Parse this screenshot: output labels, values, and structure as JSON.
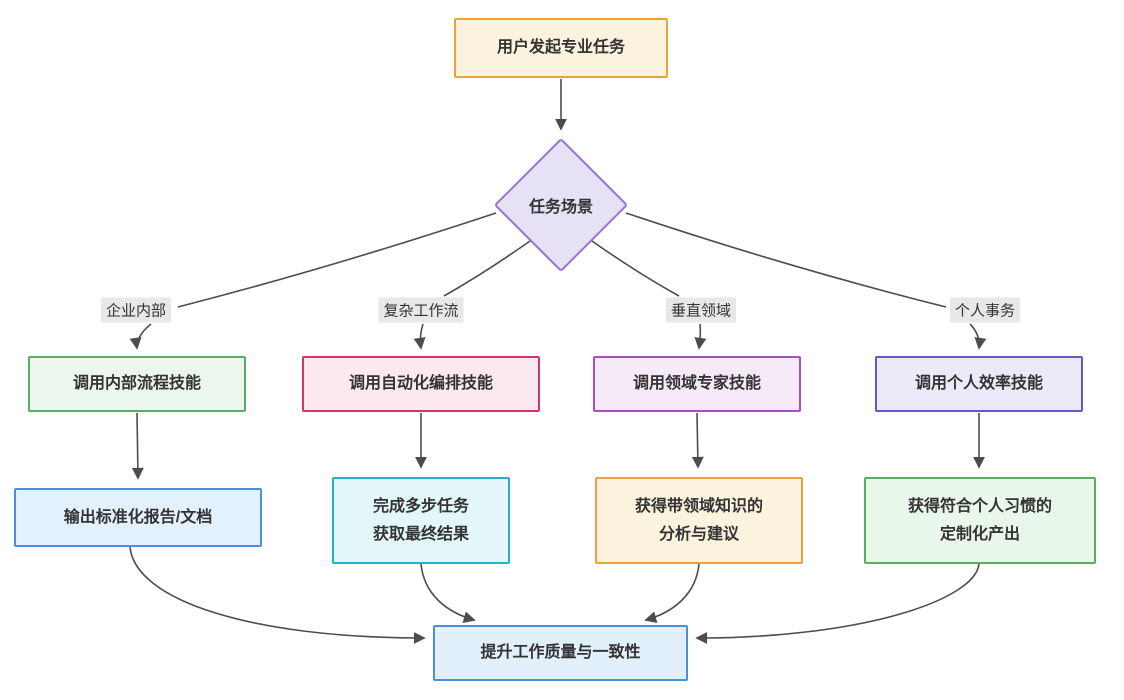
{
  "diagram": {
    "type": "flowchart",
    "direction": "top-down",
    "edge_color": "#4d4d4d",
    "text_color": "#333333",
    "edge_label_bg": "#e8e8e8",
    "nodes": {
      "start": {
        "label": "用户发起专业任务",
        "shape": "rect",
        "fill": "#fcf3df",
        "border": "#e8a33d"
      },
      "decision": {
        "label": "任务场景",
        "shape": "diamond",
        "fill": "#e7e1f6",
        "border": "#9673d3"
      },
      "skill_internal": {
        "label": "调用内部流程技能",
        "shape": "rect",
        "fill": "#ebf6ec",
        "border": "#5cad63"
      },
      "skill_automation": {
        "label": "调用自动化编排技能",
        "shape": "rect",
        "fill": "#fce8ef",
        "border": "#d6336c"
      },
      "skill_domain": {
        "label": "调用领域专家技能",
        "shape": "rect",
        "fill": "#f6e9f8",
        "border": "#a94fbf"
      },
      "skill_personal": {
        "label": "调用个人效率技能",
        "shape": "rect",
        "fill": "#ece9f9",
        "border": "#6c54c4"
      },
      "output_report": {
        "label": "输出标准化报告/文档",
        "shape": "rect",
        "fill": "#e2f1fc",
        "border": "#4a90d9"
      },
      "output_multistep": {
        "label": "完成多步任务\n获取最终结果",
        "shape": "rect",
        "fill": "#e3f6f9",
        "border": "#2ab0c5"
      },
      "output_analysis": {
        "label": "获得带领域知识的\n分析与建议",
        "shape": "rect",
        "fill": "#fcf3df",
        "border": "#e8a33d"
      },
      "output_custom": {
        "label": "获得符合个人习惯的\n定制化产出",
        "shape": "rect",
        "fill": "#e9f6ea",
        "border": "#5cad63"
      },
      "end": {
        "label": "提升工作质量与一致性",
        "shape": "rect",
        "fill": "#e1f0fb",
        "border": "#4a90d9"
      }
    },
    "edge_labels": {
      "enterprise": "企业内部",
      "workflow": "复杂工作流",
      "vertical": "垂直领域",
      "personal": "个人事务"
    }
  }
}
